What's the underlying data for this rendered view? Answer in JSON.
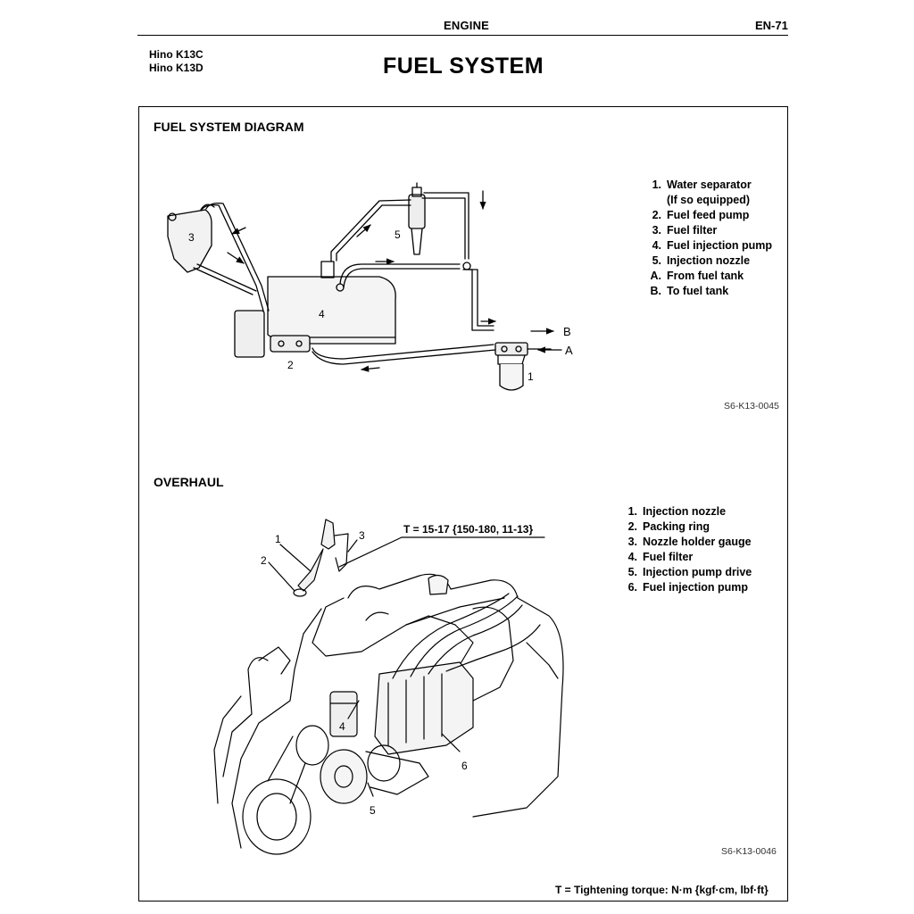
{
  "header": {
    "section": "ENGINE",
    "page": "EN-71"
  },
  "models": [
    "Hino K13C",
    "Hino K13D"
  ],
  "title": "FUEL  SYSTEM",
  "diagram": {
    "heading": "FUEL SYSTEM DIAGRAM",
    "legend": [
      {
        "num": "1.",
        "text": "Water separator",
        "note": "(If so equipped)"
      },
      {
        "num": "2.",
        "text": "Fuel feed pump"
      },
      {
        "num": "3.",
        "text": "Fuel filter"
      },
      {
        "num": "4.",
        "text": "Fuel injection pump"
      },
      {
        "num": "5.",
        "text": "Injection nozzle"
      },
      {
        "num": "A.",
        "text": "From fuel tank"
      },
      {
        "num": "B.",
        "text": "To fuel tank"
      }
    ],
    "callouts": {
      "c1": "1",
      "c2": "2",
      "c3": "3",
      "c4": "4",
      "c5": "5",
      "cA": "A",
      "cB": "B"
    },
    "figure_code": "S6-K13-0045"
  },
  "overhaul": {
    "heading": "OVERHAUL",
    "legend": [
      {
        "num": "1.",
        "text": "Injection nozzle"
      },
      {
        "num": "2.",
        "text": "Packing ring"
      },
      {
        "num": "3.",
        "text": "Nozzle holder gauge"
      },
      {
        "num": "4.",
        "text": "Fuel filter"
      },
      {
        "num": "5.",
        "text": "Injection pump drive"
      },
      {
        "num": "6.",
        "text": "Fuel injection pump"
      }
    ],
    "torque_label": "T = 15-17 {150-180, 11-13}",
    "callouts": {
      "c1": "1",
      "c2": "2",
      "c3": "3",
      "c4": "4",
      "c5": "5",
      "c6": "6"
    },
    "figure_code": "S6-K13-0046"
  },
  "footnote": "T = Tightening torque: N·m {kgf·cm, lbf·ft}"
}
